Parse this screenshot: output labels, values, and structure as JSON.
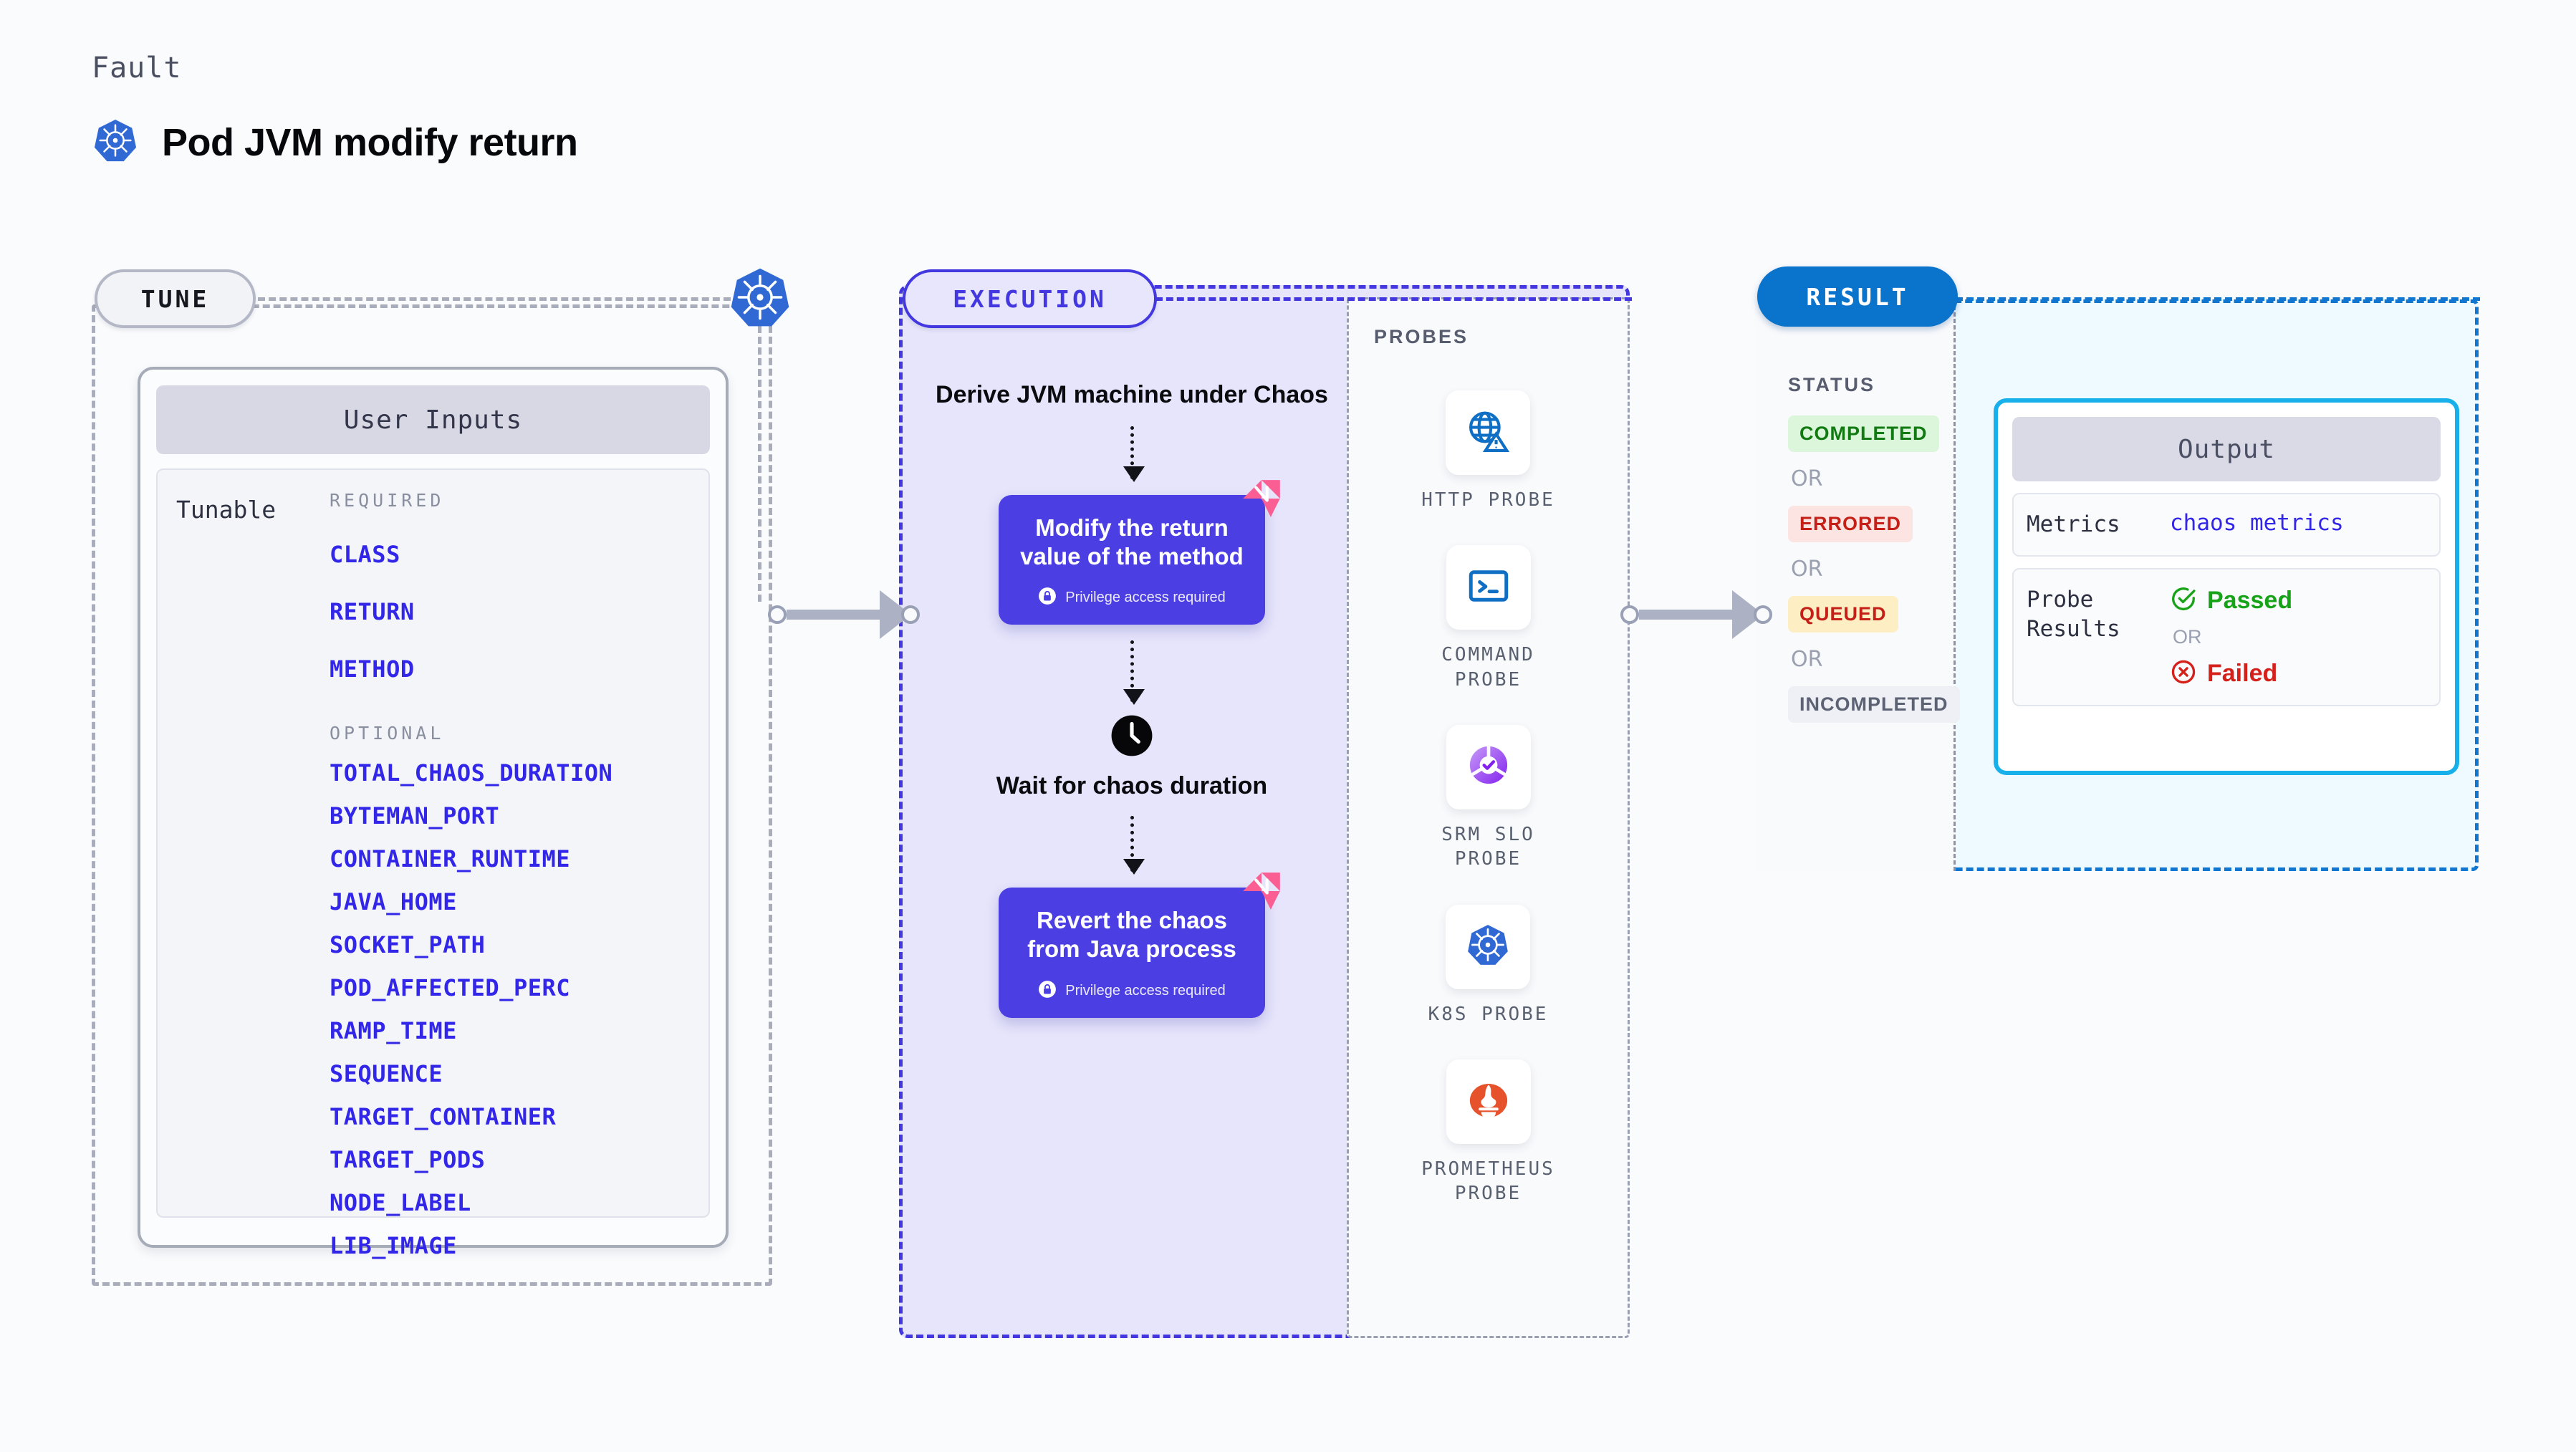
{
  "header": {
    "kicker": "Fault",
    "title": "Pod JVM modify return",
    "icon": "kubernetes-icon"
  },
  "stages": {
    "tune": {
      "label": "TUNE"
    },
    "execution": {
      "label": "EXECUTION"
    },
    "result": {
      "label": "RESULT"
    }
  },
  "tune": {
    "card_title": "User Inputs",
    "tunable_label": "Tunable",
    "required_heading": "REQUIRED",
    "required": [
      "CLASS",
      "RETURN",
      "METHOD"
    ],
    "optional_heading": "OPTIONAL",
    "optional": [
      "TOTAL_CHAOS_DURATION",
      "BYTEMAN_PORT",
      "CONTAINER_RUNTIME",
      "JAVA_HOME",
      "SOCKET_PATH",
      "POD_AFFECTED_PERC",
      "RAMP_TIME",
      "SEQUENCE",
      "TARGET_CONTAINER",
      "TARGET_PODS",
      "NODE_LABEL",
      "LIB_IMAGE"
    ]
  },
  "execution": {
    "step_derive": "Derive JVM machine under Chaos",
    "step_modify": "Modify the return value of the method",
    "step_modify_note": "Privilege access required",
    "step_wait": "Wait for chaos duration",
    "step_revert": "Revert the chaos from Java process",
    "step_revert_note": "Privilege access required",
    "clock_icon": "clock-icon",
    "lock_icon": "lock-icon",
    "badge_icon": "litmus-badge-icon"
  },
  "probes": {
    "heading": "PROBES",
    "items": [
      {
        "label": "HTTP PROBE",
        "icon": "globe-warning-icon"
      },
      {
        "label": "COMMAND PROBE",
        "icon": "terminal-icon"
      },
      {
        "label": "SRM SLO PROBE",
        "icon": "slo-gauge-check-icon"
      },
      {
        "label": "K8S PROBE",
        "icon": "kubernetes-icon"
      },
      {
        "label": "PROMETHEUS PROBE",
        "icon": "prometheus-icon"
      }
    ]
  },
  "result": {
    "status_heading": "STATUS",
    "or_label": "OR",
    "statuses": [
      {
        "label": "COMPLETED",
        "tone": "success"
      },
      {
        "label": "ERRORED",
        "tone": "error"
      },
      {
        "label": "QUEUED",
        "tone": "warning"
      },
      {
        "label": "INCOMPLETED",
        "tone": "neutral"
      }
    ],
    "output": {
      "title": "Output",
      "metrics_key": "Metrics",
      "metrics_value": "chaos metrics",
      "probe_results_key": "Probe Results",
      "passed_label": "Passed",
      "failed_label": "Failed",
      "or_label": "OR",
      "passed_icon": "check-circle-icon",
      "failed_icon": "x-circle-icon"
    }
  },
  "colors": {
    "background": "#fafbfd",
    "accent_purple": "#4338e0",
    "accent_blue": "#0a73cc",
    "accent_cyan": "#17b0ea",
    "tunable_blue": "#3226e8",
    "success_green": "#17a317",
    "error_red": "#d5211a",
    "warning_amber": "#fdeec4",
    "kubernetes_blue": "#3069d3",
    "litmus_pink": "#fb5e93"
  }
}
